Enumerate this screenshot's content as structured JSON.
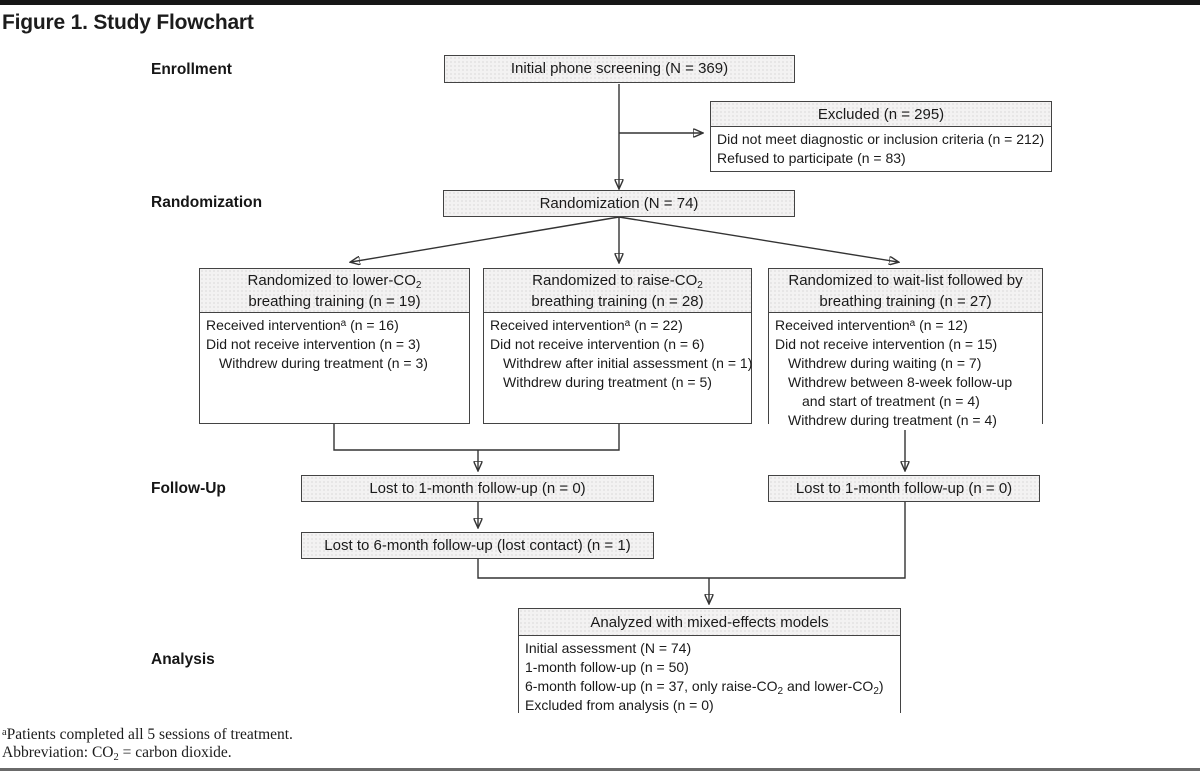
{
  "title": "Figure 1. Study Flowchart",
  "stages": {
    "enrollment": "Enrollment",
    "randomization": "Randomization",
    "followup": "Follow-Up",
    "analysis": "Analysis"
  },
  "colors": {
    "shaded_fill": "#f3f2f2",
    "box_border": "#434343",
    "connector_line": "#333333",
    "top_bar": "#161616",
    "bottom_rule": "#6a6a6a"
  },
  "boxes": {
    "screening": {
      "lines": [
        {
          "i": 0,
          "c": [
            "Initial phone screening (N = 369)"
          ]
        }
      ]
    },
    "excluded": {
      "head": [
        {
          "i": 0,
          "c": [
            "Excluded (n = 295)"
          ]
        }
      ],
      "body": [
        {
          "i": 0,
          "c": [
            "Did not meet diagnostic or inclusion criteria (n = 212)"
          ]
        },
        {
          "i": 0,
          "c": [
            "Refused to participate (n = 83)"
          ]
        }
      ]
    },
    "randomization": {
      "lines": [
        {
          "i": 0,
          "c": [
            "Randomization (N = 74)"
          ]
        }
      ]
    },
    "arm_lower": {
      "head": [
        {
          "i": 0,
          "c": [
            "Randomized to lower-CO",
            {
              "sub": "2"
            }
          ]
        },
        {
          "i": 0,
          "c": [
            "breathing training (n = 19)"
          ]
        }
      ],
      "body": [
        {
          "i": 0,
          "c": [
            "Received intervention",
            {
              "sup": "a"
            },
            " (n = 16)"
          ]
        },
        {
          "i": 0,
          "c": [
            "Did not receive intervention (n = 3)"
          ]
        },
        {
          "i": 1,
          "c": [
            "Withdrew during treatment (n = 3)"
          ]
        }
      ]
    },
    "arm_raise": {
      "head": [
        {
          "i": 0,
          "c": [
            "Randomized to raise-CO",
            {
              "sub": "2"
            }
          ]
        },
        {
          "i": 0,
          "c": [
            "breathing training (n = 28)"
          ]
        }
      ],
      "body": [
        {
          "i": 0,
          "c": [
            "Received intervention",
            {
              "sup": "a"
            },
            " (n = 22)"
          ]
        },
        {
          "i": 0,
          "c": [
            "Did not receive intervention (n = 6)"
          ]
        },
        {
          "i": 1,
          "c": [
            "Withdrew after initial assessment (n = 1)"
          ]
        },
        {
          "i": 1,
          "c": [
            "Withdrew during treatment (n = 5)"
          ]
        }
      ]
    },
    "arm_waitlist": {
      "head": [
        {
          "i": 0,
          "c": [
            "Randomized to wait-list followed by"
          ]
        },
        {
          "i": 0,
          "c": [
            "breathing training (n = 27)"
          ]
        }
      ],
      "body": [
        {
          "i": 0,
          "c": [
            "Received intervention",
            {
              "sup": "a"
            },
            " (n = 12)"
          ]
        },
        {
          "i": 0,
          "c": [
            "Did not receive intervention (n = 15)"
          ]
        },
        {
          "i": 1,
          "c": [
            "Withdrew during waiting (n = 7)"
          ]
        },
        {
          "i": 1,
          "c": [
            "Withdrew between 8-week follow-up"
          ]
        },
        {
          "i": 2,
          "c": [
            "and start of treatment (n = 4)"
          ]
        },
        {
          "i": 1,
          "c": [
            "Withdrew during treatment (n = 4)"
          ]
        }
      ]
    },
    "fu1_left": {
      "lines": [
        {
          "i": 0,
          "c": [
            "Lost to 1-month follow-up (n = 0)"
          ]
        }
      ]
    },
    "fu1_right": {
      "lines": [
        {
          "i": 0,
          "c": [
            "Lost to 1-month follow-up (n = 0)"
          ]
        }
      ]
    },
    "fu6": {
      "lines": [
        {
          "i": 0,
          "c": [
            "Lost to 6-month follow-up (lost contact) (n = 1)"
          ]
        }
      ]
    },
    "analyzed": {
      "head": [
        {
          "i": 0,
          "c": [
            "Analyzed with mixed-effects models"
          ]
        }
      ],
      "body": [
        {
          "i": 0,
          "c": [
            "Initial assessment (N = 74)"
          ]
        },
        {
          "i": 0,
          "c": [
            "1-month follow-up (n = 50)"
          ]
        },
        {
          "i": 0,
          "c": [
            "6-month follow-up (n = 37, only raise-CO",
            {
              "sub": "2"
            },
            " and lower-CO",
            {
              "sub": "2"
            },
            ")"
          ]
        },
        {
          "i": 0,
          "c": [
            "Excluded from analysis (n = 0)"
          ]
        }
      ]
    }
  },
  "footnotes": [
    {
      "i": 0,
      "c": [
        {
          "sup": "a"
        },
        "Patients completed all 5 sessions of treatment."
      ]
    },
    {
      "i": 0,
      "c": [
        "Abbreviation: CO",
        {
          "sub": "2"
        },
        " = carbon dioxide."
      ]
    }
  ]
}
